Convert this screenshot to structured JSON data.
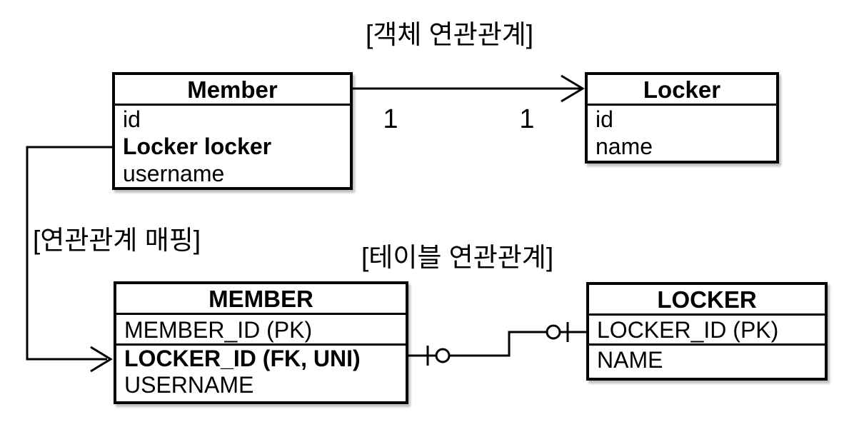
{
  "labels": {
    "object_relation": "[객체 연관관계]",
    "mapping": "[연관관계 매핑]",
    "table_relation": "[테이블 연관관계]"
  },
  "object_model": {
    "member": {
      "title": "Member",
      "fields": [
        "id",
        "Locker locker",
        "username"
      ]
    },
    "locker": {
      "title": "Locker",
      "fields": [
        "id",
        "name"
      ]
    },
    "association": {
      "from_cardinality": "1",
      "to_cardinality": "1"
    }
  },
  "table_model": {
    "member": {
      "title": "MEMBER",
      "key_field": "MEMBER_ID (PK)",
      "fields": [
        "LOCKER_ID (FK, UNI)",
        "USERNAME"
      ]
    },
    "locker": {
      "title": "LOCKER",
      "key_field": "LOCKER_ID (PK)",
      "fields": [
        "NAME"
      ]
    }
  },
  "colors": {
    "line": "#000000",
    "box_fill": "#ffffff",
    "text": "#000000",
    "background": "#ffffff"
  }
}
